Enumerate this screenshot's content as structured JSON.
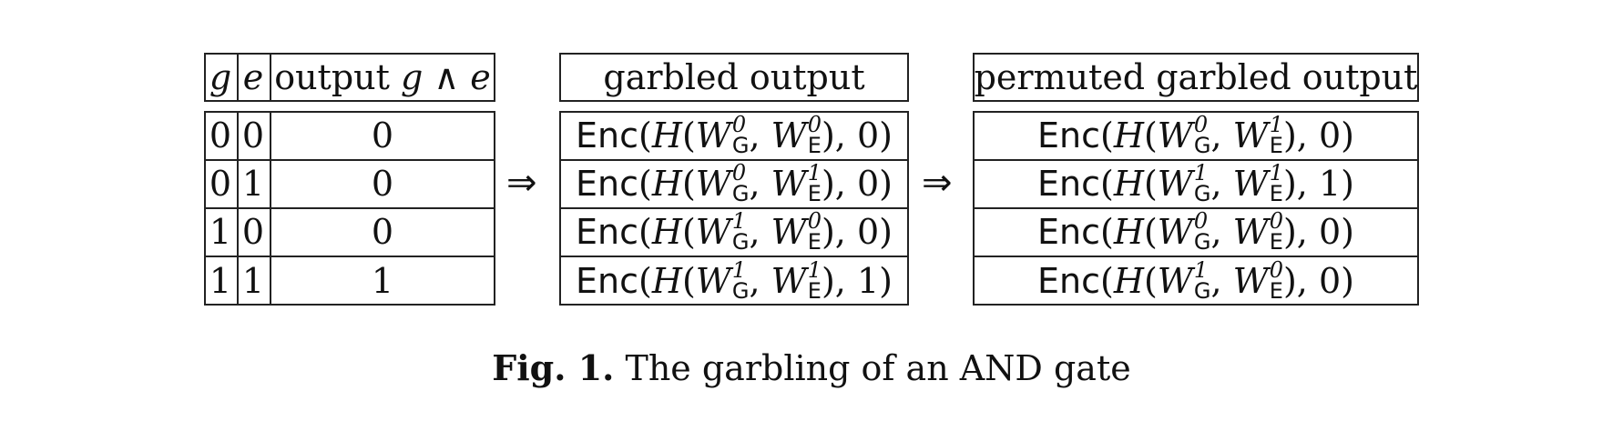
{
  "truth_table": {
    "headers": {
      "g": "g",
      "e": "e",
      "output_prefix": "output ",
      "output_expr": "g ∧ e"
    },
    "rows": [
      {
        "g": "0",
        "e": "0",
        "out": "0"
      },
      {
        "g": "0",
        "e": "1",
        "out": "0"
      },
      {
        "g": "1",
        "e": "0",
        "out": "0"
      },
      {
        "g": "1",
        "e": "1",
        "out": "1"
      }
    ]
  },
  "arrow": "⇒",
  "garbled_table": {
    "header": "garbled output",
    "rows": [
      {
        "gsup": "0",
        "esup": "0",
        "val": "0"
      },
      {
        "gsup": "0",
        "esup": "1",
        "val": "0"
      },
      {
        "gsup": "1",
        "esup": "0",
        "val": "0"
      },
      {
        "gsup": "1",
        "esup": "1",
        "val": "1"
      }
    ]
  },
  "permuted_table": {
    "header": "permuted garbled output",
    "rows": [
      {
        "gsup": "0",
        "esup": "1",
        "val": "0"
      },
      {
        "gsup": "1",
        "esup": "1",
        "val": "1"
      },
      {
        "gsup": "0",
        "esup": "0",
        "val": "0"
      },
      {
        "gsup": "1",
        "esup": "0",
        "val": "0"
      }
    ]
  },
  "formula_parts": {
    "enc": "Enc",
    "open": "(",
    "h": "H",
    "w": "W",
    "gsub": "G",
    "esub": "E",
    "comma": ", ",
    "close_inner": "), ",
    "close_outer": ")"
  },
  "caption": {
    "label": "Fig. 1.",
    "text": " The garbling of an AND gate"
  }
}
